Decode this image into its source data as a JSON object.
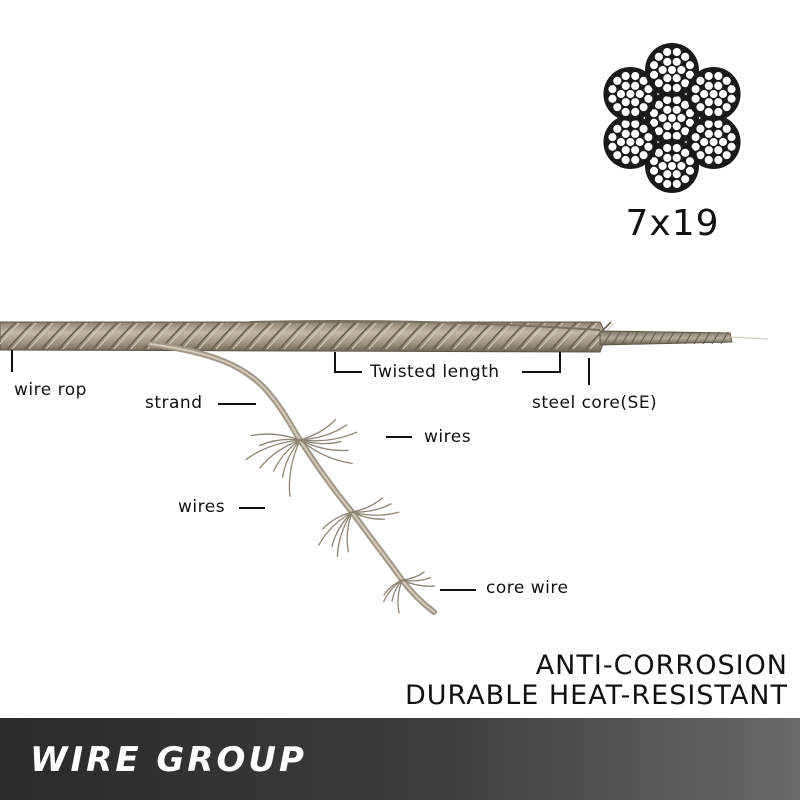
{
  "cross_section": {
    "label": "7x19"
  },
  "callouts": {
    "wire_rope": "wire rop",
    "strand": "strand",
    "twisted_length": "Twisted length",
    "steel_core": "steel core(SE)",
    "wires_upper": "wires",
    "wires_lower": "wires",
    "core_wire": "core wire"
  },
  "features": {
    "line1": "ANTI-CORROSION",
    "line2": "DURABLE HEAT-RESISTANT"
  },
  "footer": {
    "brand": "WIRE GROUP"
  },
  "colors": {
    "cable": "#a39888",
    "cable_dark": "#6f6557",
    "footer_dark": "#2a2a2a",
    "footer_light": "#6a6a6a"
  }
}
